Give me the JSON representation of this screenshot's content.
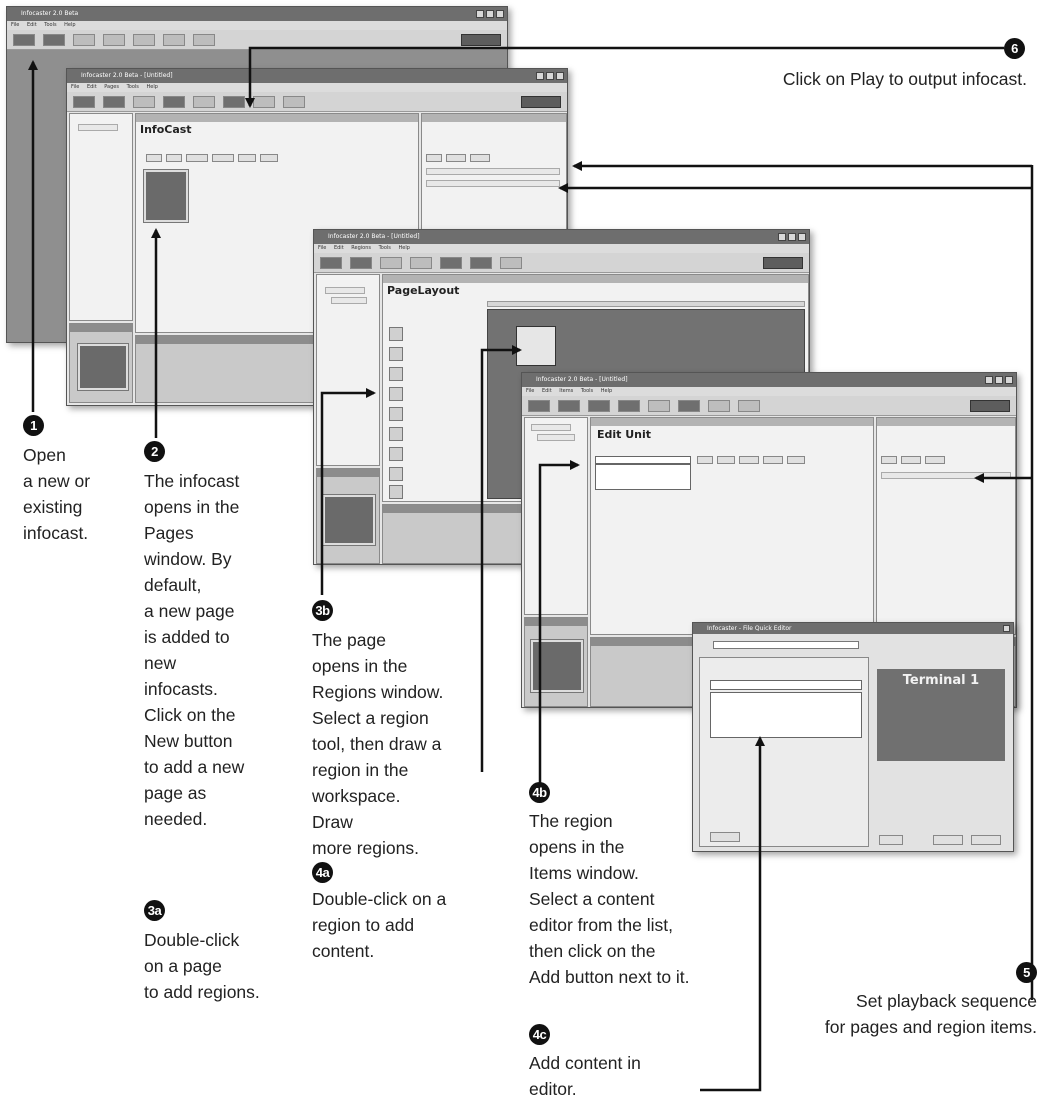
{
  "app": {
    "title1": "Infocaster 2.0 Beta",
    "title2": "Infocaster 2.0 Beta - [Untitled]",
    "title3": "Infocaster 2.0 Beta - [Untitled]",
    "title4": "Infocaster 2.0 Beta - [Untitled]",
    "title5": "Infocaster - File Quick Editor",
    "menu1": [
      "File",
      "Edit",
      "Tools",
      "Help"
    ],
    "menu2": [
      "File",
      "Edit",
      "Pages",
      "Tools",
      "Help"
    ],
    "menu3": [
      "File",
      "Edit",
      "Regions",
      "Tools",
      "Help"
    ],
    "menu4": [
      "File",
      "Edit",
      "Items",
      "Tools",
      "Help"
    ],
    "pages_title": "InfoCast",
    "regions_title": "PageLayout",
    "items_title": "Edit Unit",
    "terminal_text": "Terminal 1"
  },
  "steps": [
    {
      "badge": "1",
      "lines": [
        "Open",
        "a new or",
        "existing",
        "infocast."
      ]
    },
    {
      "badge": "2",
      "lines": [
        "The infocast",
        "opens in the",
        "Pages",
        "window. By",
        "default,",
        "a new page",
        "is added to",
        "new",
        "infocasts.",
        "Click on the",
        "New button",
        "to add a new",
        "page as",
        "needed."
      ]
    },
    {
      "badge": "3a",
      "lines": [
        "Double-click",
        "on a page",
        "to add regions."
      ]
    },
    {
      "badge": "3b",
      "lines": [
        "The page",
        "opens in the",
        "Regions window.",
        "Select a region",
        "tool, then draw a",
        "region in the",
        "workspace.",
        "Draw",
        "more regions."
      ]
    },
    {
      "badge": "4a",
      "lines": [
        "Double-click on a",
        "region to add",
        "content."
      ]
    },
    {
      "badge": "4b",
      "lines": [
        "The region",
        "opens in the",
        "Items window.",
        "Select a content",
        "editor from the list,",
        "then click on the",
        "Add button next to it."
      ]
    },
    {
      "badge": "4c",
      "lines": [
        "Add content in",
        "editor."
      ]
    },
    {
      "badge": "5",
      "lines": [
        "Set playback sequence",
        "for pages and region items."
      ]
    },
    {
      "badge": "6",
      "lines": [
        "Click on Play to output infocast."
      ]
    }
  ]
}
